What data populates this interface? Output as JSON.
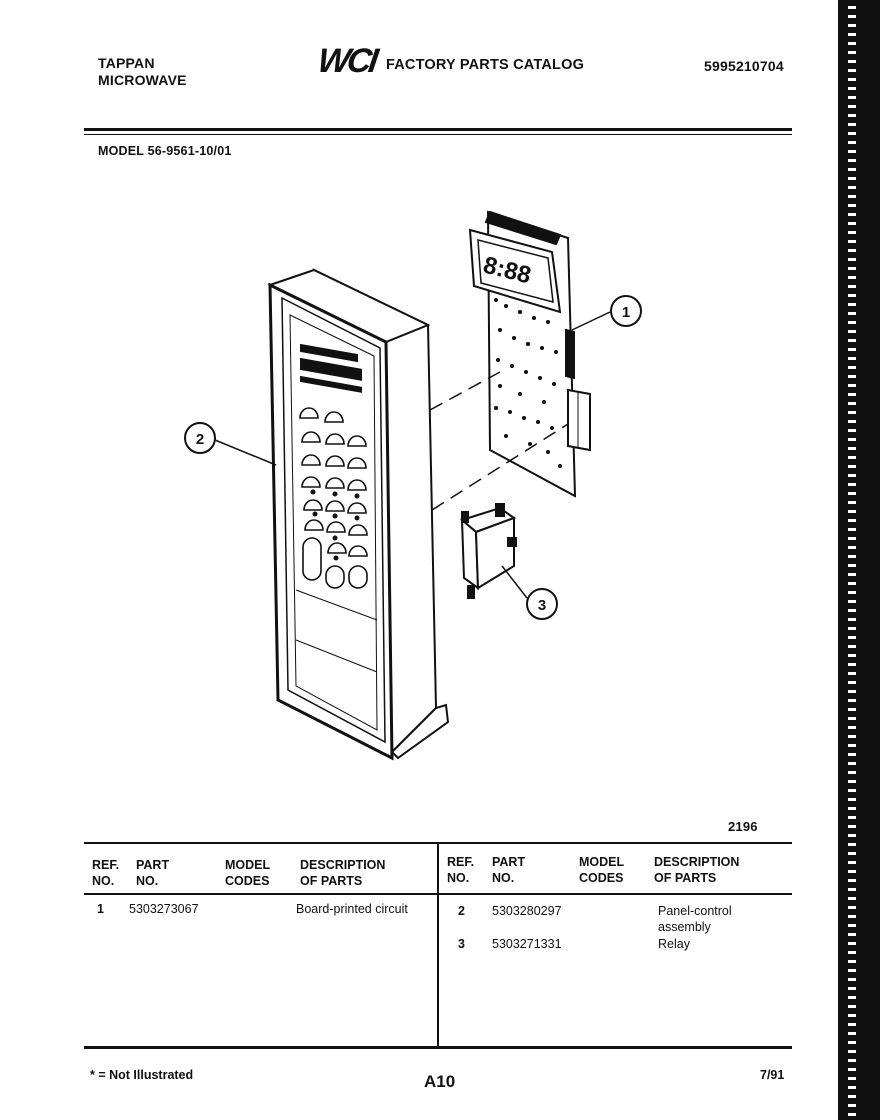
{
  "header": {
    "brand_line1": "TAPPAN",
    "brand_line2": "MICROWAVE",
    "logo": "WCI",
    "catalog_title": "FACTORY PARTS CATALOG",
    "catalog_number": "5995210704",
    "model": "MODEL 56-9561-10/01"
  },
  "diagram": {
    "display_readout": "8:88",
    "callouts": [
      "1",
      "2",
      "3"
    ],
    "drawing_number": "2196"
  },
  "table": {
    "headers": {
      "ref_no": [
        "REF.",
        "NO."
      ],
      "part_no": [
        "PART",
        "NO."
      ],
      "model_codes": [
        "MODEL",
        "CODES"
      ],
      "description": [
        "DESCRIPTION",
        "OF PARTS"
      ]
    },
    "left_rows": [
      {
        "ref": "1",
        "part": "5303273067",
        "codes": "",
        "desc": "Board-printed circuit"
      }
    ],
    "right_rows": [
      {
        "ref": "2",
        "part": "5303280297",
        "codes": "",
        "desc": "Panel-control assembly"
      },
      {
        "ref": "3",
        "part": "5303271331",
        "codes": "",
        "desc": "Relay"
      }
    ]
  },
  "footer": {
    "note": "* = Not Illustrated",
    "page": "A10",
    "date": "7/91"
  }
}
